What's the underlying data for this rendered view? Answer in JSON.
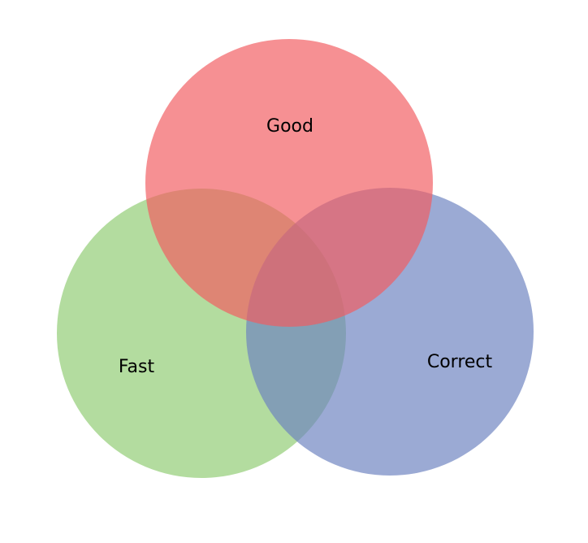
{
  "diagram": {
    "type": "venn",
    "sets": [
      {
        "key": "good",
        "label": "Good",
        "color": "#f15b60",
        "opacity": 0.68
      },
      {
        "key": "fast",
        "label": "Fast",
        "color": "#8fcc72",
        "opacity": 0.68
      },
      {
        "key": "correct",
        "label": "Correct",
        "color": "#6b82bf",
        "opacity": 0.68
      }
    ]
  }
}
